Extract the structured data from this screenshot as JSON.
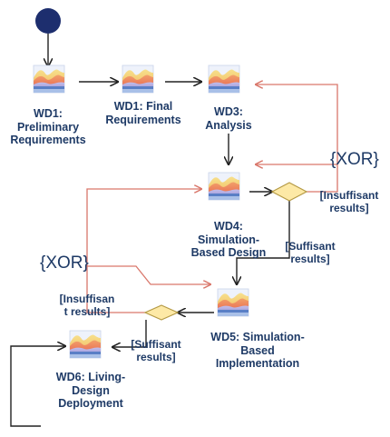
{
  "diagram": {
    "nodes": [
      {
        "id": "wd1-prelim",
        "lines": [
          "WD1:",
          "Preliminary",
          "Requirements"
        ]
      },
      {
        "id": "wd1-final",
        "lines": [
          "WD1: Final",
          "Requirements"
        ]
      },
      {
        "id": "wd3",
        "lines": [
          "WD3:",
          "Analysis"
        ]
      },
      {
        "id": "wd4",
        "lines": [
          "WD4:",
          "Simulation-",
          "Based Design"
        ]
      },
      {
        "id": "wd5",
        "lines": [
          "WD5: Simulation-",
          "Based",
          "Implementation"
        ]
      },
      {
        "id": "wd6",
        "lines": [
          "WD6: Living-",
          "Design",
          "Deployment"
        ]
      }
    ],
    "edge_labels": {
      "insufficient_top": [
        "[Insuffisant",
        "results]"
      ],
      "sufficient_top": [
        "[Suffisant",
        "results]"
      ],
      "insufficient_bottom": [
        "[Insuffisan",
        "t results]"
      ],
      "sufficient_bottom": [
        "[Suffisant",
        "results]"
      ]
    },
    "xor_top": "{XOR}",
    "xor_left": "{XOR}",
    "colors": {
      "text": "#1e3a66",
      "black_flow": "#222222",
      "red_flow": "#d9776b",
      "start_node": "#1d2e6e",
      "decision_fill": "#fde9a6",
      "decision_stroke": "#b59a45"
    }
  }
}
